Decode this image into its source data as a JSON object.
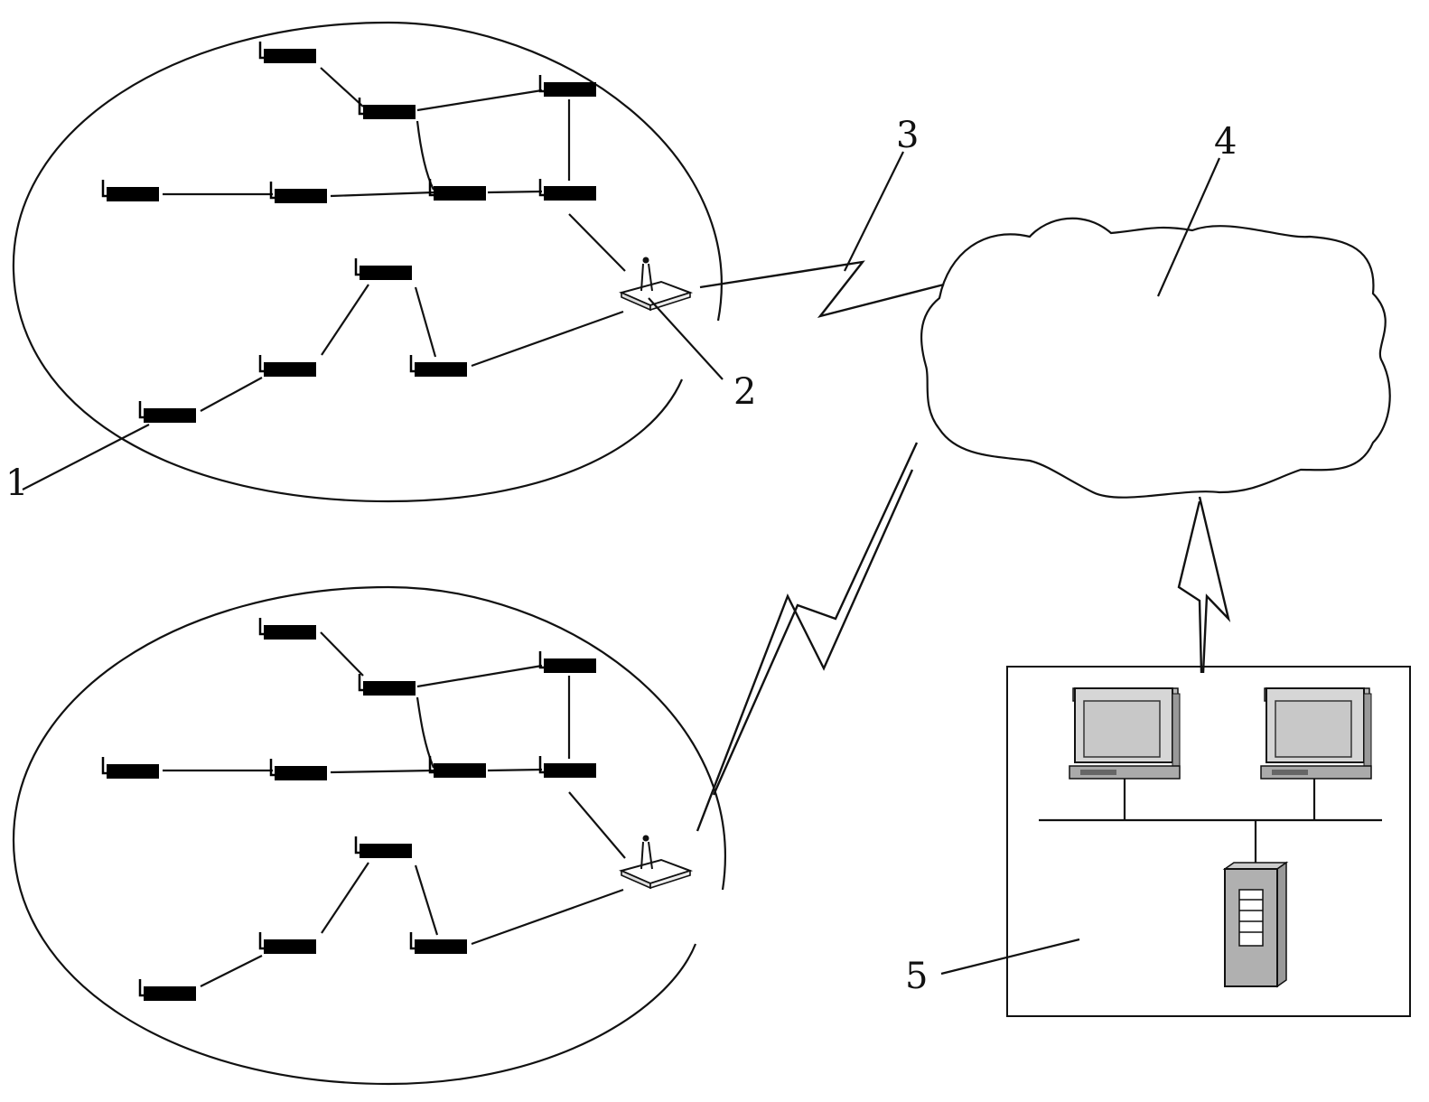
{
  "labels": {
    "sensor_node": "1",
    "gateway": "2",
    "wireless_link": "3",
    "network_cloud": "4",
    "monitoring_center": "5"
  },
  "icons": [
    "sensor-node-icon",
    "gateway-router-icon",
    "lightning-link-icon",
    "cloud-icon",
    "computer-icon",
    "server-icon"
  ],
  "colors": {
    "stroke": "#111111",
    "node_fill": "#000000",
    "screen_fill": "#c8c8c8",
    "server_fill": "#b0b0b0"
  }
}
